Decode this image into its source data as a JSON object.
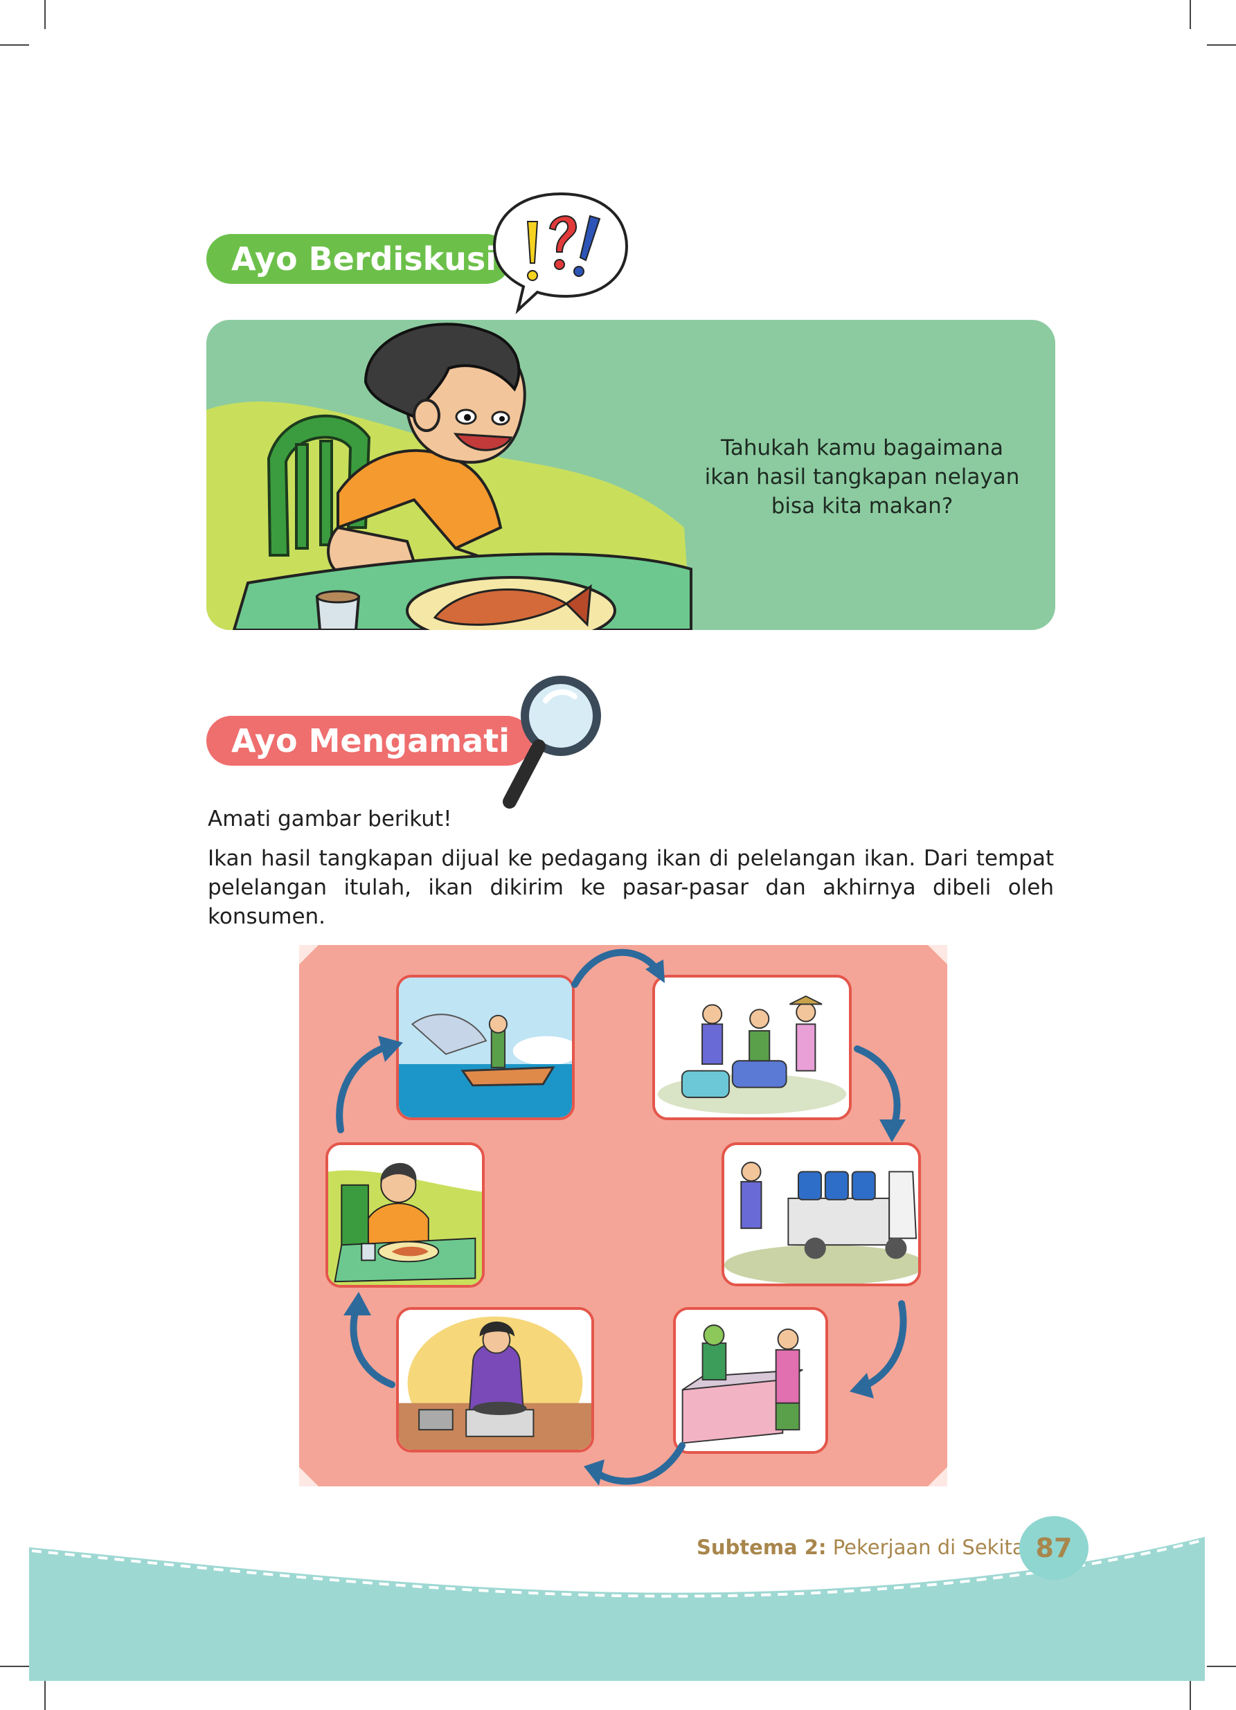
{
  "section_discuss": {
    "title": "Ayo Berdiskusi",
    "question": "Tahukah kamu bagaimana ikan hasil tangkapan nelayan bisa kita makan?"
  },
  "section_observe": {
    "title": "Ayo Mengamati",
    "instruction": "Amati gambar berikut!",
    "paragraph": "Ikan hasil tangkapan dijual ke pedagang ikan di pelelangan ikan. Dari tempat pelelangan itulah, ikan dikirim ke pasar-pasar dan akhirnya dibeli oleh konsumen."
  },
  "cycle_steps": [
    {
      "id": "fishing",
      "icon": "fisherman-boat-icon"
    },
    {
      "id": "auction",
      "icon": "fish-auction-icon"
    },
    {
      "id": "transport",
      "icon": "truck-loading-icon"
    },
    {
      "id": "market",
      "icon": "market-stall-icon"
    },
    {
      "id": "cooking",
      "icon": "cooking-stove-icon"
    },
    {
      "id": "eating",
      "icon": "boy-eating-icon"
    }
  ],
  "colors": {
    "discuss_banner": "#6cc04a",
    "observe_banner": "#ef6e6e",
    "panel_green": "#8ccba0",
    "cycle_bg": "#f4a597",
    "card_border": "#e4564b",
    "arrow": "#2d6a9c",
    "footer_teal": "#9ed8d3",
    "footer_text": "#a8864c"
  },
  "footer": {
    "subtheme_label": "Subtema 2:",
    "subtheme_title": "Pekerjaan di Sekitarku",
    "page_number": "87"
  }
}
